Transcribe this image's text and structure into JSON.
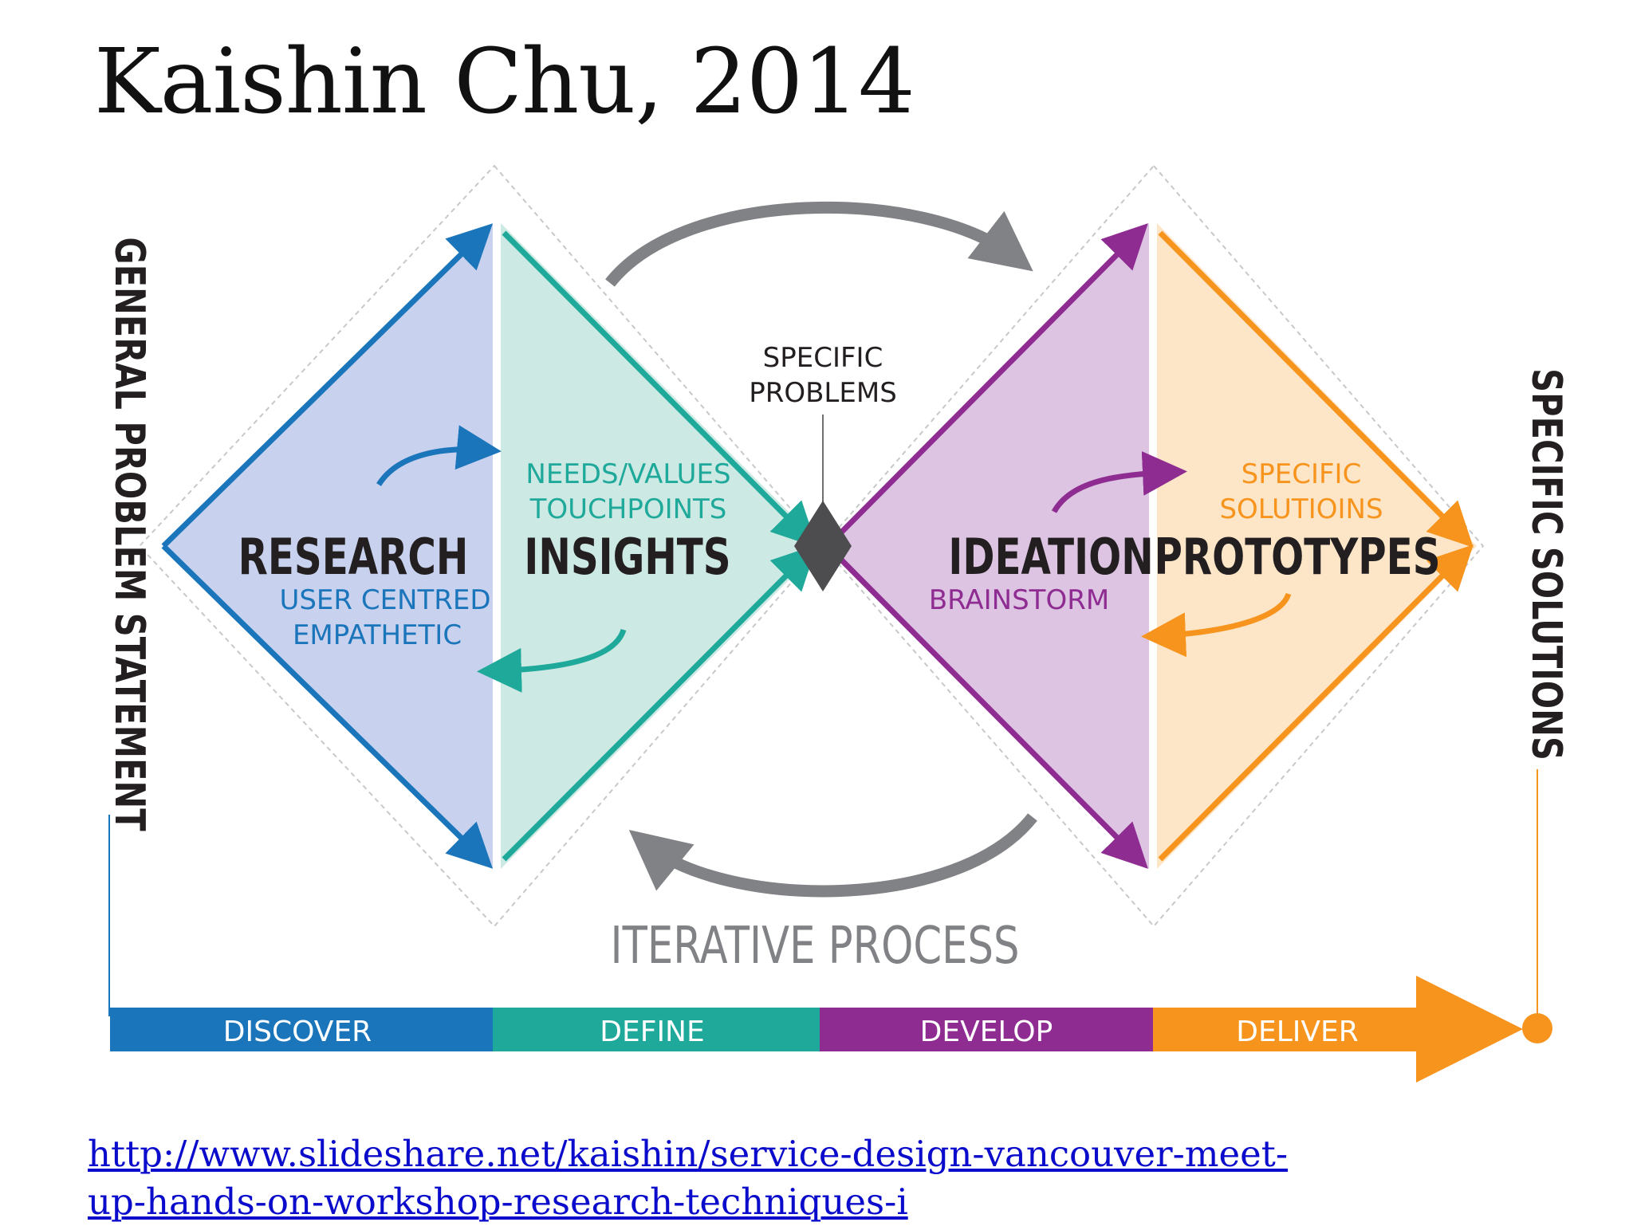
{
  "slide": {
    "title": "Kaishin Chu, 2014",
    "source_url_line1": "http://www.slideshare.net/kaishin/service-design-vancouver-meet-",
    "source_url_line2": "up-hands-on-workshop-research-techniques-i"
  },
  "diagram": {
    "left_label": "GENERAL PROBLEM STATEMENT",
    "right_label": "SPECIFIC SOLUTIONS",
    "center_label": [
      "SPECIFIC",
      "PROBLEMS"
    ],
    "iterative_label": "ITERATIVE PROCESS",
    "quadrants": [
      {
        "title": "RESEARCH",
        "subtitle": [
          "USER CENTRED",
          "EMPATHETIC"
        ],
        "color": "#1b75bb",
        "fill": "#c8d1ee"
      },
      {
        "title": "INSIGHTS",
        "subtitle": [
          "NEEDS/VALUES",
          "TOUCHPOINTS"
        ],
        "color": "#1fa99a",
        "fill": "#cde9e4"
      },
      {
        "title": "IDEATION",
        "subtitle": [
          "BRAINSTORM"
        ],
        "color": "#8e2c91",
        "fill": "#dcc4e2"
      },
      {
        "title": "PROTOTYPES",
        "subtitle": [
          "SPECIFIC",
          "SOLUTIOINS"
        ],
        "color": "#f7941d",
        "fill": "#fde6c8"
      }
    ],
    "phases": [
      {
        "label": "DISCOVER",
        "color": "#1b75bb"
      },
      {
        "label": "DEFINE",
        "color": "#1fa99a"
      },
      {
        "label": "DEVELOP",
        "color": "#8e2c91"
      },
      {
        "label": "DELIVER",
        "color": "#f7941d"
      }
    ],
    "neutral_color": "#808285"
  }
}
